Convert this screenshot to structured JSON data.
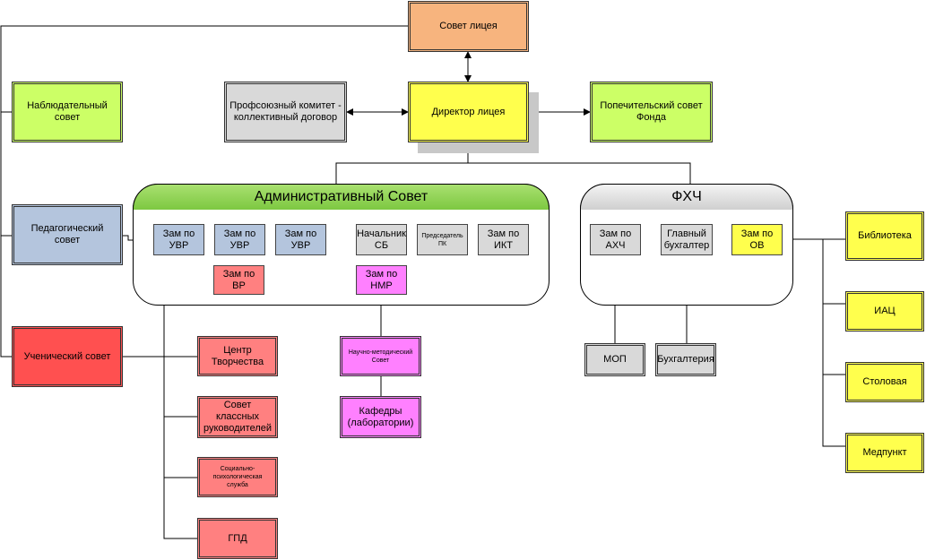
{
  "nodes": {
    "sovet_liceya": "Совет лицея",
    "direktor": "Директор лицея",
    "profsoyuz": "Профсоюзный комитет - коллективный договор",
    "popechitelsky": "Попечительский совет Фонда",
    "nablyudatelny": "Наблюдательный совет",
    "pedagogichesky": "Педагогический совет",
    "uchenichesky": "Ученический совет",
    "admin_sovet": "Административный Совет",
    "fhch": "ФХЧ",
    "zam_uvr_1": "Зам по УВР",
    "zam_uvr_2": "Зам по УВР",
    "zam_uvr_3": "Зам по УВР",
    "nachalnik_sb": "Начальник СБ",
    "predsedatel_pk": "Председатель ПК",
    "zam_ikt": "Зам по ИКТ",
    "zam_vr": "Зам по ВР",
    "zam_nmr": "Зам по НМР",
    "zam_ahch": "Зам по АХЧ",
    "glavny_buhgalter": "Главный бухгалтер",
    "zam_ov": "Зам по ОВ",
    "tsentr_tvorchestva": "Центр Творчества",
    "sovet_klassnyh": "Совет классных руководителей",
    "social_service": "Социально-психологическая служба",
    "gpd": "ГПД",
    "nauchno_metod": "Научно-методический Совет",
    "kafedry": "Кафедры (лаборатории)",
    "mop": "МОП",
    "buhgalteriya": "Бухгалтерия",
    "biblioteka": "Библиотека",
    "iac": "ИАЦ",
    "stolovaya": "Столовая",
    "medpunkt": "Медпункт"
  }
}
